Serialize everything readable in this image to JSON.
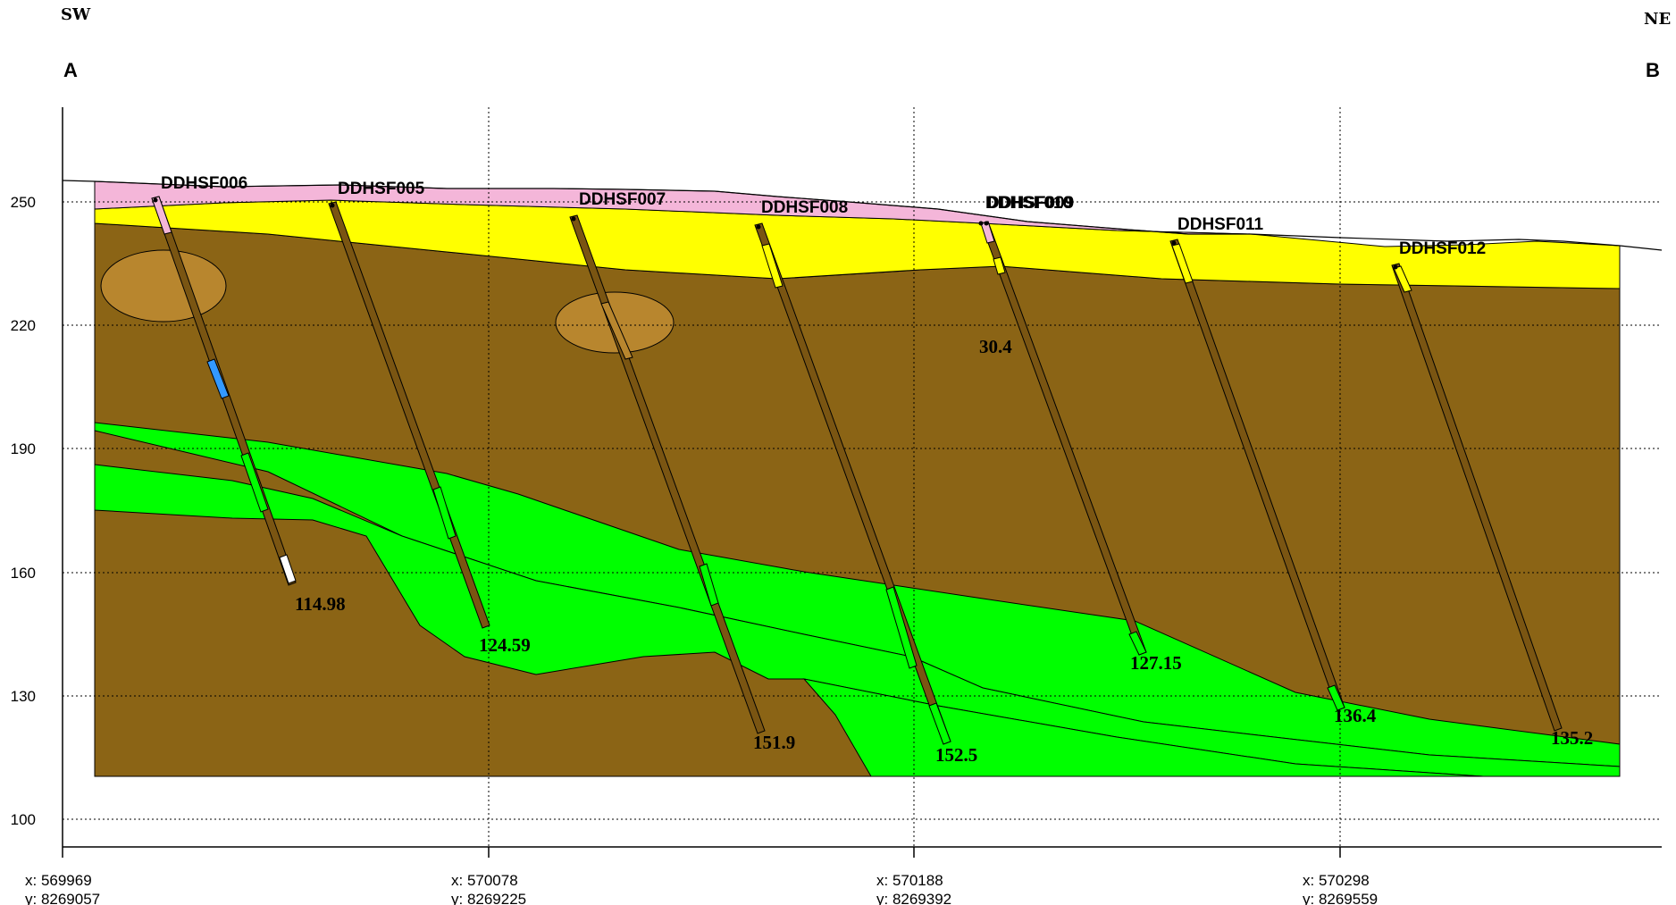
{
  "section": {
    "direction_left": "SW",
    "direction_right": "NE",
    "end_label_left": "A",
    "end_label_right": "B"
  },
  "colors": {
    "pink_layer": "#f4b6d9",
    "yellow_layer": "#ffff00",
    "brown_layer": "#8b6415",
    "green_layer": "#00ff00",
    "lens": "#b8862e",
    "hole_core": "#7a5512",
    "blue_interval": "#3399ff",
    "white_interval": "#ffffff"
  },
  "axis": {
    "y_ticks": [
      "250",
      "220",
      "190",
      "160",
      "130",
      "100"
    ],
    "x_coords": [
      {
        "x": "x: 569969",
        "y": "y: 8269057"
      },
      {
        "x": "x: 570078",
        "y": "y: 8269225"
      },
      {
        "x": "x: 570188",
        "y": "y: 8269392"
      },
      {
        "x": "x: 570298",
        "y": "y: 8269559"
      }
    ]
  },
  "drillholes": [
    {
      "name": "DDHSF006",
      "depth_label": "114.98"
    },
    {
      "name": "DDHSF005",
      "depth_label": "124.59"
    },
    {
      "name": "DDHSF007",
      "depth_label": "151.9"
    },
    {
      "name": "DDHSF008",
      "depth_label": "152.5"
    },
    {
      "name": "DDHSF010",
      "depth_label": "30.4"
    },
    {
      "name": "DDHSF009",
      "depth_label": "127.15"
    },
    {
      "name": "DDHSF011",
      "depth_label": "136.4"
    },
    {
      "name": "DDHSF012",
      "depth_label": "135.2"
    }
  ]
}
